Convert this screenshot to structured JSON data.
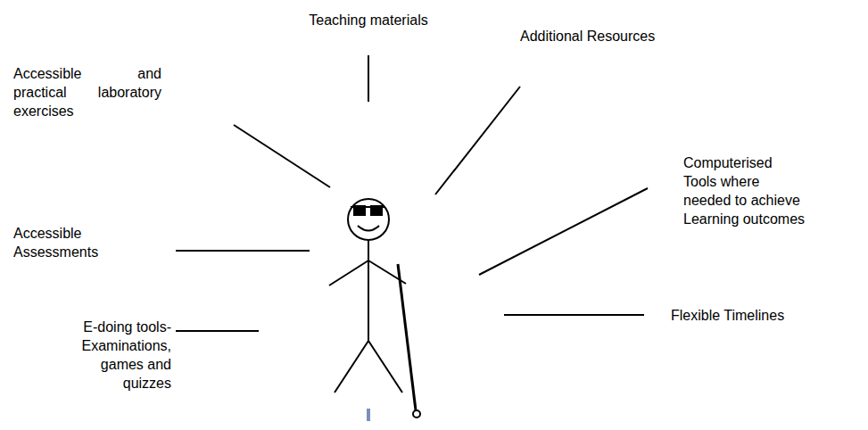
{
  "diagram": {
    "labels": [
      "Teaching materials",
      "Accessible and practical laboratory exercises",
      "Additional Resources",
      "Accessible Assessments",
      "Computerised Tools where needed to achieve Learning outcomes",
      "E-doing tools- Examinations, games and quizzes",
      "Flexible Timelines"
    ]
  }
}
